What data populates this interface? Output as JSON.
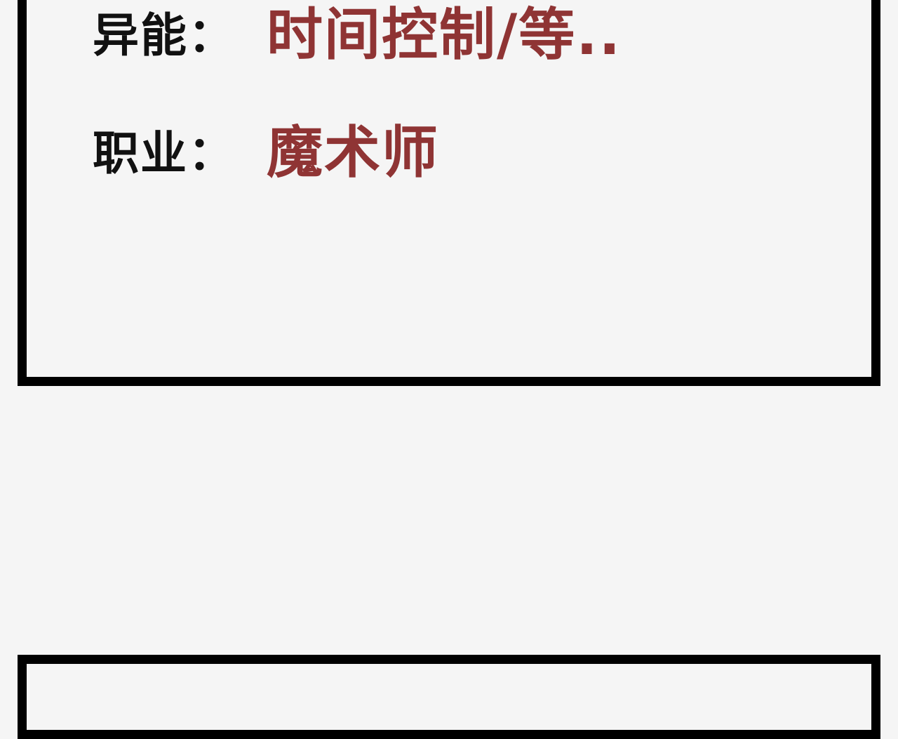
{
  "panel": {
    "fields": [
      {
        "label": "异能：",
        "value": "时间控制/等.."
      },
      {
        "label": "职业：",
        "value": "魔术师"
      }
    ]
  },
  "colors": {
    "background": "#f5f5f5",
    "border": "#000000",
    "label_text": "#111111",
    "value_text": "#8f3434"
  }
}
